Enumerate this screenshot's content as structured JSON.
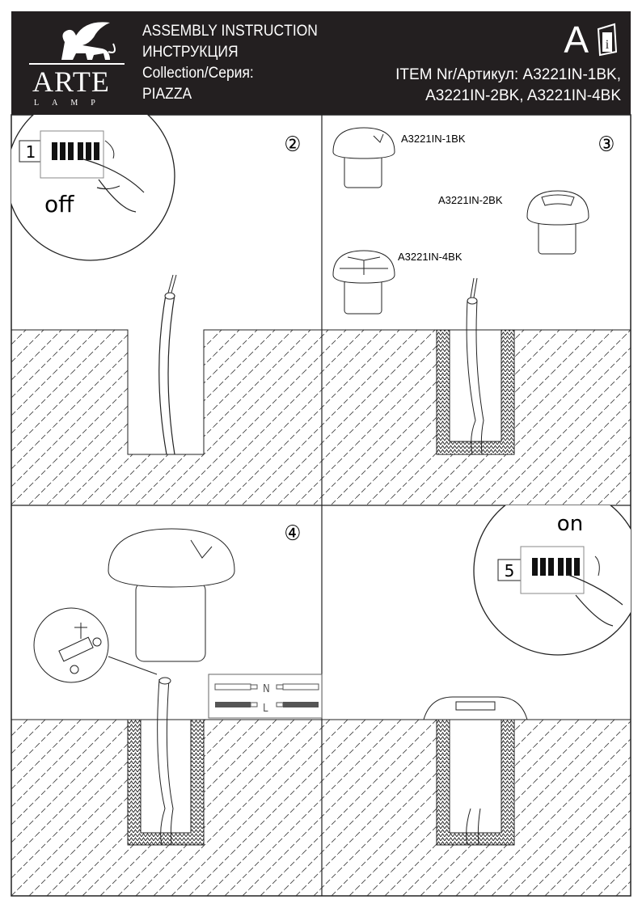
{
  "header": {
    "brand": "ARTE",
    "brand_sub": "LAMP",
    "title_en": "ASSEMBLY INSTRUCTION",
    "title_ru": "ИНСТРУКЦИЯ",
    "collection_label": "Collection/Серия:",
    "collection": "PIAZZA",
    "letter": "A",
    "item_line1": "ITEM Nr/Артикул: A3221IN-1BK,",
    "item_line2": "A3221IN-2BK, A3221IN-4BK",
    "bg_color": "#231f20"
  },
  "steps": {
    "s1": "1",
    "s1_label": "off",
    "s2": "②",
    "s3": "③",
    "s4": "④",
    "s5": "5",
    "s5_label": "on"
  },
  "models": [
    "A3221IN-1BK",
    "A3221IN-2BK",
    "A3221IN-4BK"
  ],
  "wiring": {
    "n": "N",
    "l": "L"
  }
}
